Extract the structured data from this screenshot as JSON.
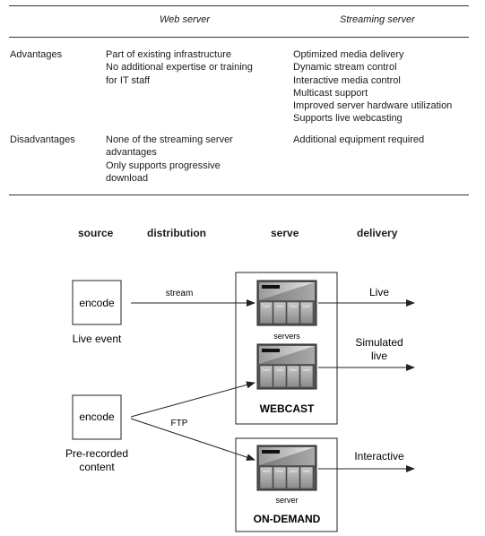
{
  "table": {
    "headers": [
      "Web server",
      "Streaming server"
    ],
    "rows": [
      {
        "label": "Advantages",
        "web": [
          "Part of existing infrastructure",
          "No additional expertise or training",
          "for IT staff"
        ],
        "streaming": [
          "Optimized media delivery",
          "Dynamic stream control",
          "Interactive media control",
          "Multicast support",
          "Improved server hardware utilization",
          "Supports live webcasting"
        ]
      },
      {
        "label": "Disadvantages",
        "web": [
          "None of the streaming server",
          "advantages",
          "Only supports progressive",
          "download"
        ],
        "streaming": [
          "Additional equipment required"
        ]
      }
    ]
  },
  "diagram": {
    "stages": [
      "source",
      "distribution",
      "serve",
      "delivery"
    ],
    "encode_live": "encode",
    "live_event": "Live event",
    "encode_prerecorded": "encode",
    "prerecorded_line1": "Pre-recorded",
    "prerecorded_line2": "content",
    "stream_label": "stream",
    "ftp_label": "FTP",
    "servers_label": "servers",
    "server_label": "server",
    "webcast_label": "WEBCAST",
    "ondemand_label": "ON-DEMAND",
    "live_label": "Live",
    "simulated_line1": "Simulated",
    "simulated_line2": "live",
    "interactive_label": "Interactive"
  }
}
